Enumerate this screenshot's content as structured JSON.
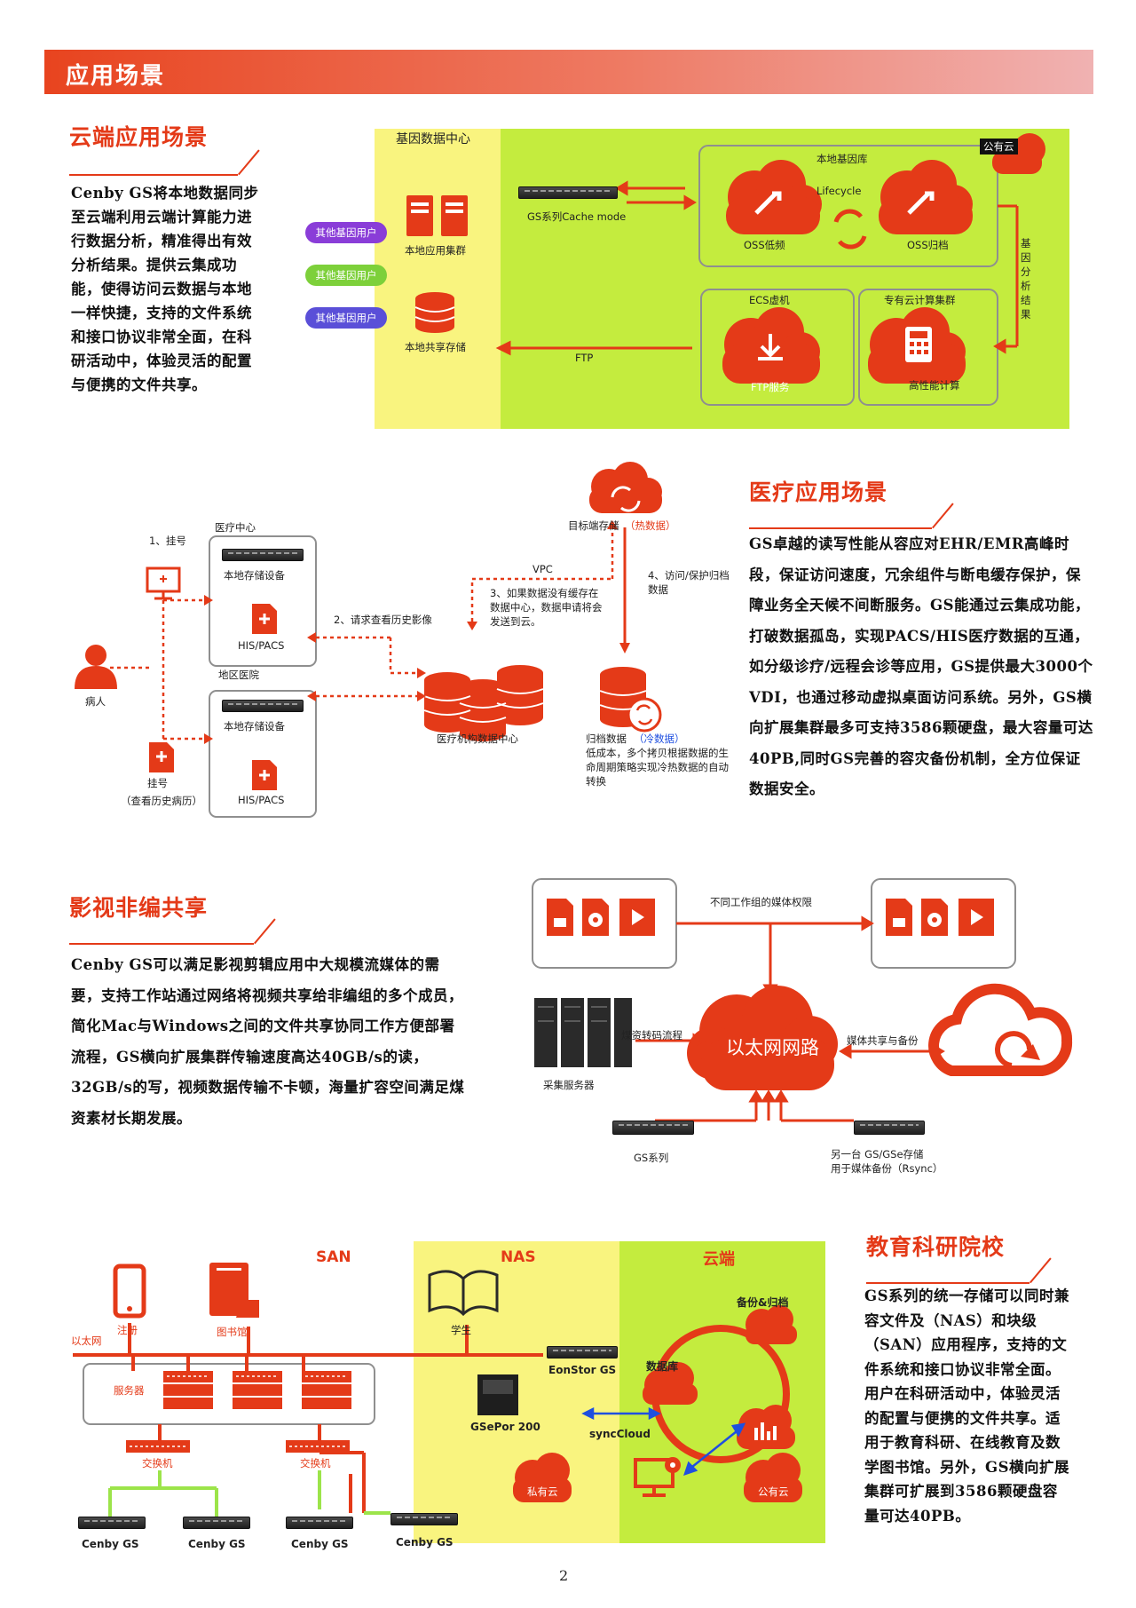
{
  "banner": {
    "title": "应用场景"
  },
  "cloud": {
    "title": "云端应用场景",
    "text": "Cenby GS将本地数据同步至云端利用云端计算能力进行数据分析，精准得出有效分析结果。提供云集成功能，使得访问云数据与本地一样快捷，支持的文件系统和接口协议非常全面，在科研活动中，体验灵活的配置与便携的文件共享。",
    "datacenter": "基因数据中心",
    "local_cluster": "本地应用集群",
    "local_storage": "本地共享存储",
    "users": [
      "其他基因用户",
      "其他基因用户",
      "其他基因用户"
    ],
    "gs_cache": "GS系列Cache mode",
    "local_gene_lib": "本地基因库",
    "public_cloud": "公有云",
    "lifecycle": "Lifecycle",
    "oss_low": "OSS低频",
    "oss_archive": "OSS归档",
    "ecs": "ECS虚机",
    "private_cluster": "专有云计算集群",
    "ftp_service": "FTP服务",
    "hpc": "高性能计算",
    "ftp": "FTP",
    "gene_result": "基因分析结果"
  },
  "medical": {
    "title": "医疗应用场景",
    "text": "GS卓越的读写性能从容应对EHR/EMR高峰时段，保证访问速度，冗余组件与断电缓存保护，保障业务全天候不间断服务。GS能通过云集成功能，打破数据孤岛，实现PACS/HIS医疗数据的互通，如分级诊疗/远程会诊等应用，GS提供最大3000个VDI，也通过移动虚拟桌面访问系统。另外，GS横向扩展集群最多可支持3586颗硬盘，最大容量可达40PB,同时GS完善的容灾备份机制，全方位保证数据安全。",
    "step1": "1、挂号",
    "med_center": "医疗中心",
    "local_storage": "本地存储设备",
    "his_pacs": "HIS/PACS",
    "patient": "病人",
    "region_hospital": "地区医院",
    "register": "挂号",
    "history": "（查看历史病历）",
    "step2": "2、请求查看历史影像",
    "data_center": "医疗机构数据中心",
    "vpc": "VPC",
    "step3": "3、如果数据没有缓存在数据中心，数据申请将会发送到云。",
    "target_storage": "目标端存储",
    "hot_data": "（热数据）",
    "step4": "4、访问/保护归档数据",
    "archive_data": "归档数据",
    "cold_data": "（冷数据）",
    "archive_desc": "低成本，多个拷贝根据数据的生命周期策略实现冷热数据的自动转换"
  },
  "media": {
    "title": "影视非编共享",
    "text": "Cenby GS可以满足影视剪辑应用中大规模流媒体的需要，支持工作站通过网络将视频共享给非编组的多个成员，简化Mac与Windows之间的文件共享协同工作方便部署流程，GS横向扩展集群传输速度高达40GB/s的读，32GB/s的写，视频数据传输不卡顿，海量扩容空间满足煤资素材长期发展。",
    "permission": "不同工作组的媒体权限",
    "transcode": "煤资转码流程",
    "ethernet": "以太网网路",
    "share_backup": "媒体共享与备份",
    "capture_server": "采集服务器",
    "gs_series": "GS系列",
    "another": "另一台  GS/GSe存储",
    "another2": "用于媒体备份（Rsync）"
  },
  "edu": {
    "title": "教育科研院校",
    "text": "GS系列的统一存储可以同时兼容文件及（NAS）和块级（SAN）应用程序，支持的文件系统和接口协议非常全面。用户在科研活动中，体验灵活的配置与便携的文件共享。适用于教育科研、在线教育及数学图书馆。另外，GS横向扩展集群可扩展到3586颗硬盘容量可达40PB。",
    "san": "SAN",
    "nas": "NAS",
    "cloud": "云端",
    "register": "注册",
    "library": "图书馆",
    "student": "学生",
    "ethernet": "以太网",
    "servers": "服务器",
    "switch": "交换机",
    "eonstor": "EonStor GS",
    "gsepor": "GSePor 200",
    "synccloud": "syncCloud",
    "backup_archive": "备份&归档",
    "database": "数据库",
    "private_cloud": "私有云",
    "public_cloud": "公有云",
    "cenby": [
      "Cenby GS",
      "Cenby GS",
      "Cenby GS",
      "Cenby GS"
    ]
  },
  "page_number": "2",
  "colors": {
    "accent": "#e43a18",
    "yellow": "#f9f47f",
    "green": "#c4ec3e"
  }
}
